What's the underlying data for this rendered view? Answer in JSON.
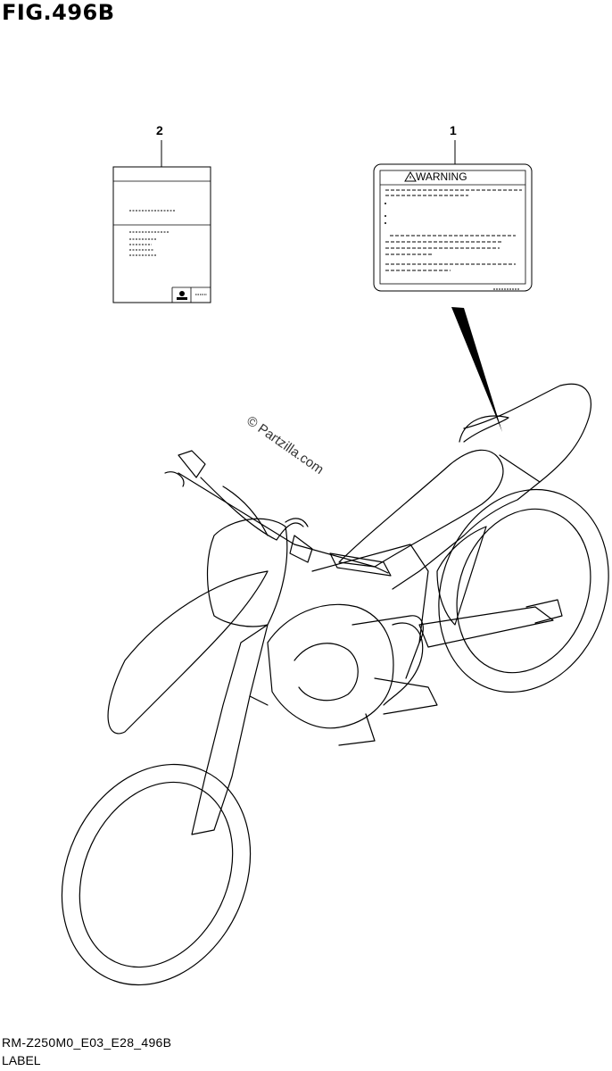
{
  "figure": {
    "title": "FIG.496B",
    "code": "RM-Z250M0_E03_E28_496B",
    "section": "LABEL"
  },
  "callouts": {
    "one": "1",
    "two": "2"
  },
  "warning_label": {
    "title": "WARNING"
  },
  "watermark": "© Partzilla.com"
}
